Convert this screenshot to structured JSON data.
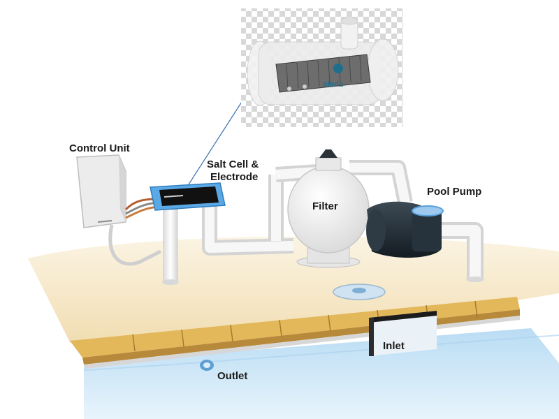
{
  "labels": {
    "control_unit": "Control Unit",
    "salt_cell_line1": "Salt Cell &",
    "salt_cell_line2": "Electrode",
    "filter": "Filter",
    "pool_pump": "Pool Pump",
    "inlet": "Inlet",
    "outlet": "Outlet"
  },
  "inset": {
    "brand_text": "olada"
  },
  "colors": {
    "sand": "#f3e2bd",
    "coping": "#e3b85a",
    "water": "#cfe6f7",
    "pipe": "#f4f4f4",
    "pump": "#22303a",
    "cell_blue": "#5aa9e6",
    "leader_line": "#3b6fb0"
  }
}
